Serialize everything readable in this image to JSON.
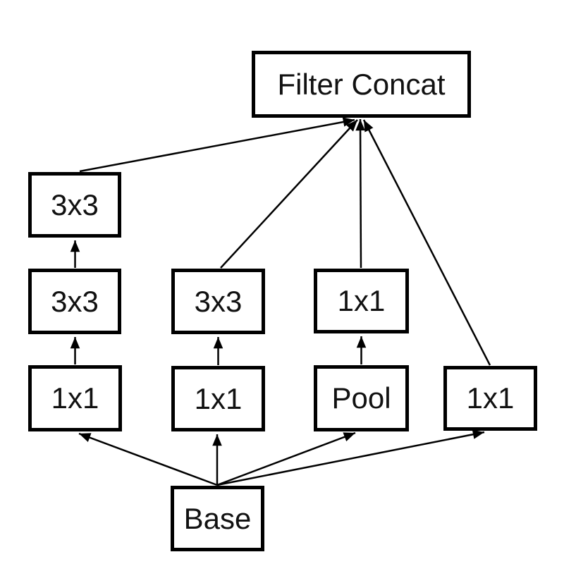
{
  "diagram": {
    "kind": "inception-module-block-diagram",
    "colors": {
      "background": "#ffffff",
      "box_fill": "#ffffff",
      "box_border": "#000000",
      "arrow": "#000000",
      "text": "#111111"
    },
    "nodes": {
      "filter_concat": {
        "label": "Filter Concat"
      },
      "b1_3x3_top": {
        "label": "3x3"
      },
      "b1_3x3_mid": {
        "label": "3x3"
      },
      "b1_1x1": {
        "label": "1x1"
      },
      "b2_3x3": {
        "label": "3x3"
      },
      "b2_1x1": {
        "label": "1x1"
      },
      "b3_1x1": {
        "label": "1x1"
      },
      "pool": {
        "label": "Pool"
      },
      "b4_1x1": {
        "label": "1x1"
      },
      "base": {
        "label": "Base"
      }
    },
    "edges": [
      {
        "from": "base",
        "to": "b1_1x1"
      },
      {
        "from": "base",
        "to": "b2_1x1"
      },
      {
        "from": "base",
        "to": "pool"
      },
      {
        "from": "base",
        "to": "b4_1x1"
      },
      {
        "from": "b1_1x1",
        "to": "b1_3x3_mid"
      },
      {
        "from": "b1_3x3_mid",
        "to": "b1_3x3_top"
      },
      {
        "from": "b2_1x1",
        "to": "b2_3x3"
      },
      {
        "from": "pool",
        "to": "b3_1x1"
      },
      {
        "from": "b1_3x3_top",
        "to": "filter_concat"
      },
      {
        "from": "b2_3x3",
        "to": "filter_concat"
      },
      {
        "from": "b3_1x1",
        "to": "filter_concat"
      },
      {
        "from": "b4_1x1",
        "to": "filter_concat"
      }
    ]
  }
}
